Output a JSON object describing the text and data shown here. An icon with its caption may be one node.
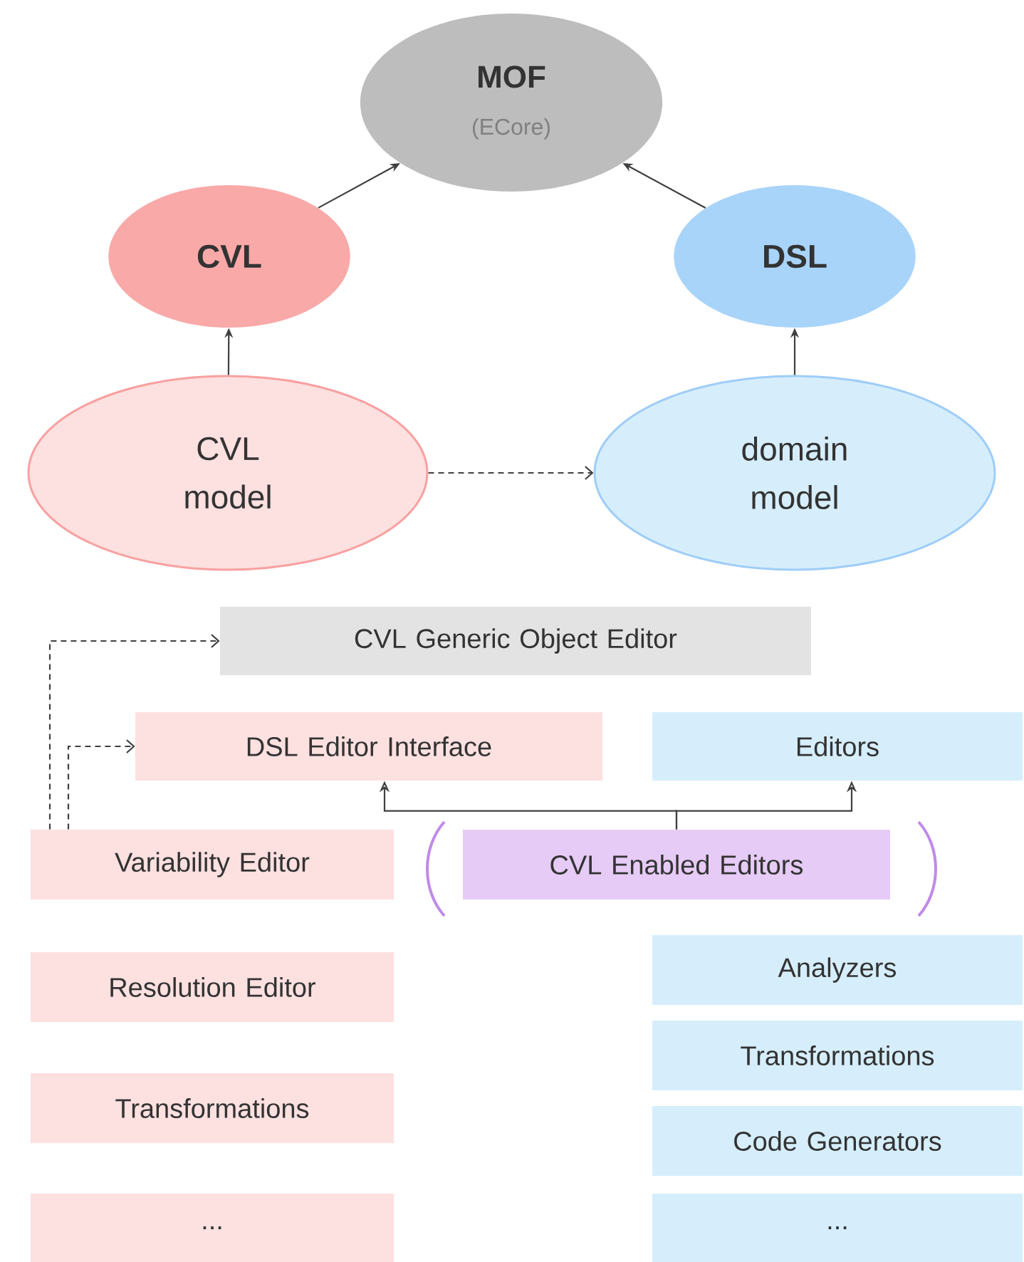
{
  "diagram": {
    "nodes": [
      {
        "text": [
          "MOF",
          "(ECore)"
        ]
      },
      {
        "text": [
          "CVL"
        ]
      },
      {
        "text": [
          "DSL"
        ]
      },
      {
        "text": [
          "CVL model"
        ]
      },
      {
        "text": [
          "domain model"
        ]
      },
      {
        "text": [
          "CVL Generic Object Editor"
        ]
      },
      {
        "text": [
          "DSL Editor Interface"
        ]
      },
      {
        "text": [
          "Editors"
        ]
      },
      {
        "text": [
          "Variability Editor"
        ]
      },
      {
        "text": [
          "CVL Enabled Editors"
        ]
      },
      {
        "text": [
          "Resolution Editor"
        ]
      },
      {
        "text": [
          "Transformations"
        ]
      },
      {
        "text": [
          "..."
        ]
      },
      {
        "text": [
          "Analyzers"
        ]
      },
      {
        "text": [
          "Transformations"
        ]
      },
      {
        "text": [
          "Code Generators"
        ]
      },
      {
        "text": [
          "..."
        ]
      }
    ],
    "edges": [
      {
        "from": 1,
        "to": 0,
        "arrow": "to"
      },
      {
        "from": 2,
        "to": 0,
        "arrow": "to"
      },
      {
        "from": 3,
        "to": 1,
        "arrow": "to"
      },
      {
        "from": 4,
        "to": 2,
        "arrow": "to"
      },
      {
        "from": 3,
        "to": 4,
        "arrow": "to",
        "style": "dashed"
      },
      {
        "from": 8,
        "to": 5,
        "arrow": "to",
        "style": "dashed"
      },
      {
        "from": 8,
        "to": 6,
        "arrow": "to",
        "style": "dashed"
      },
      {
        "from": 9,
        "to": 6,
        "arrow": "to"
      },
      {
        "from": 9,
        "to": 7,
        "arrow": "to"
      }
    ]
  }
}
